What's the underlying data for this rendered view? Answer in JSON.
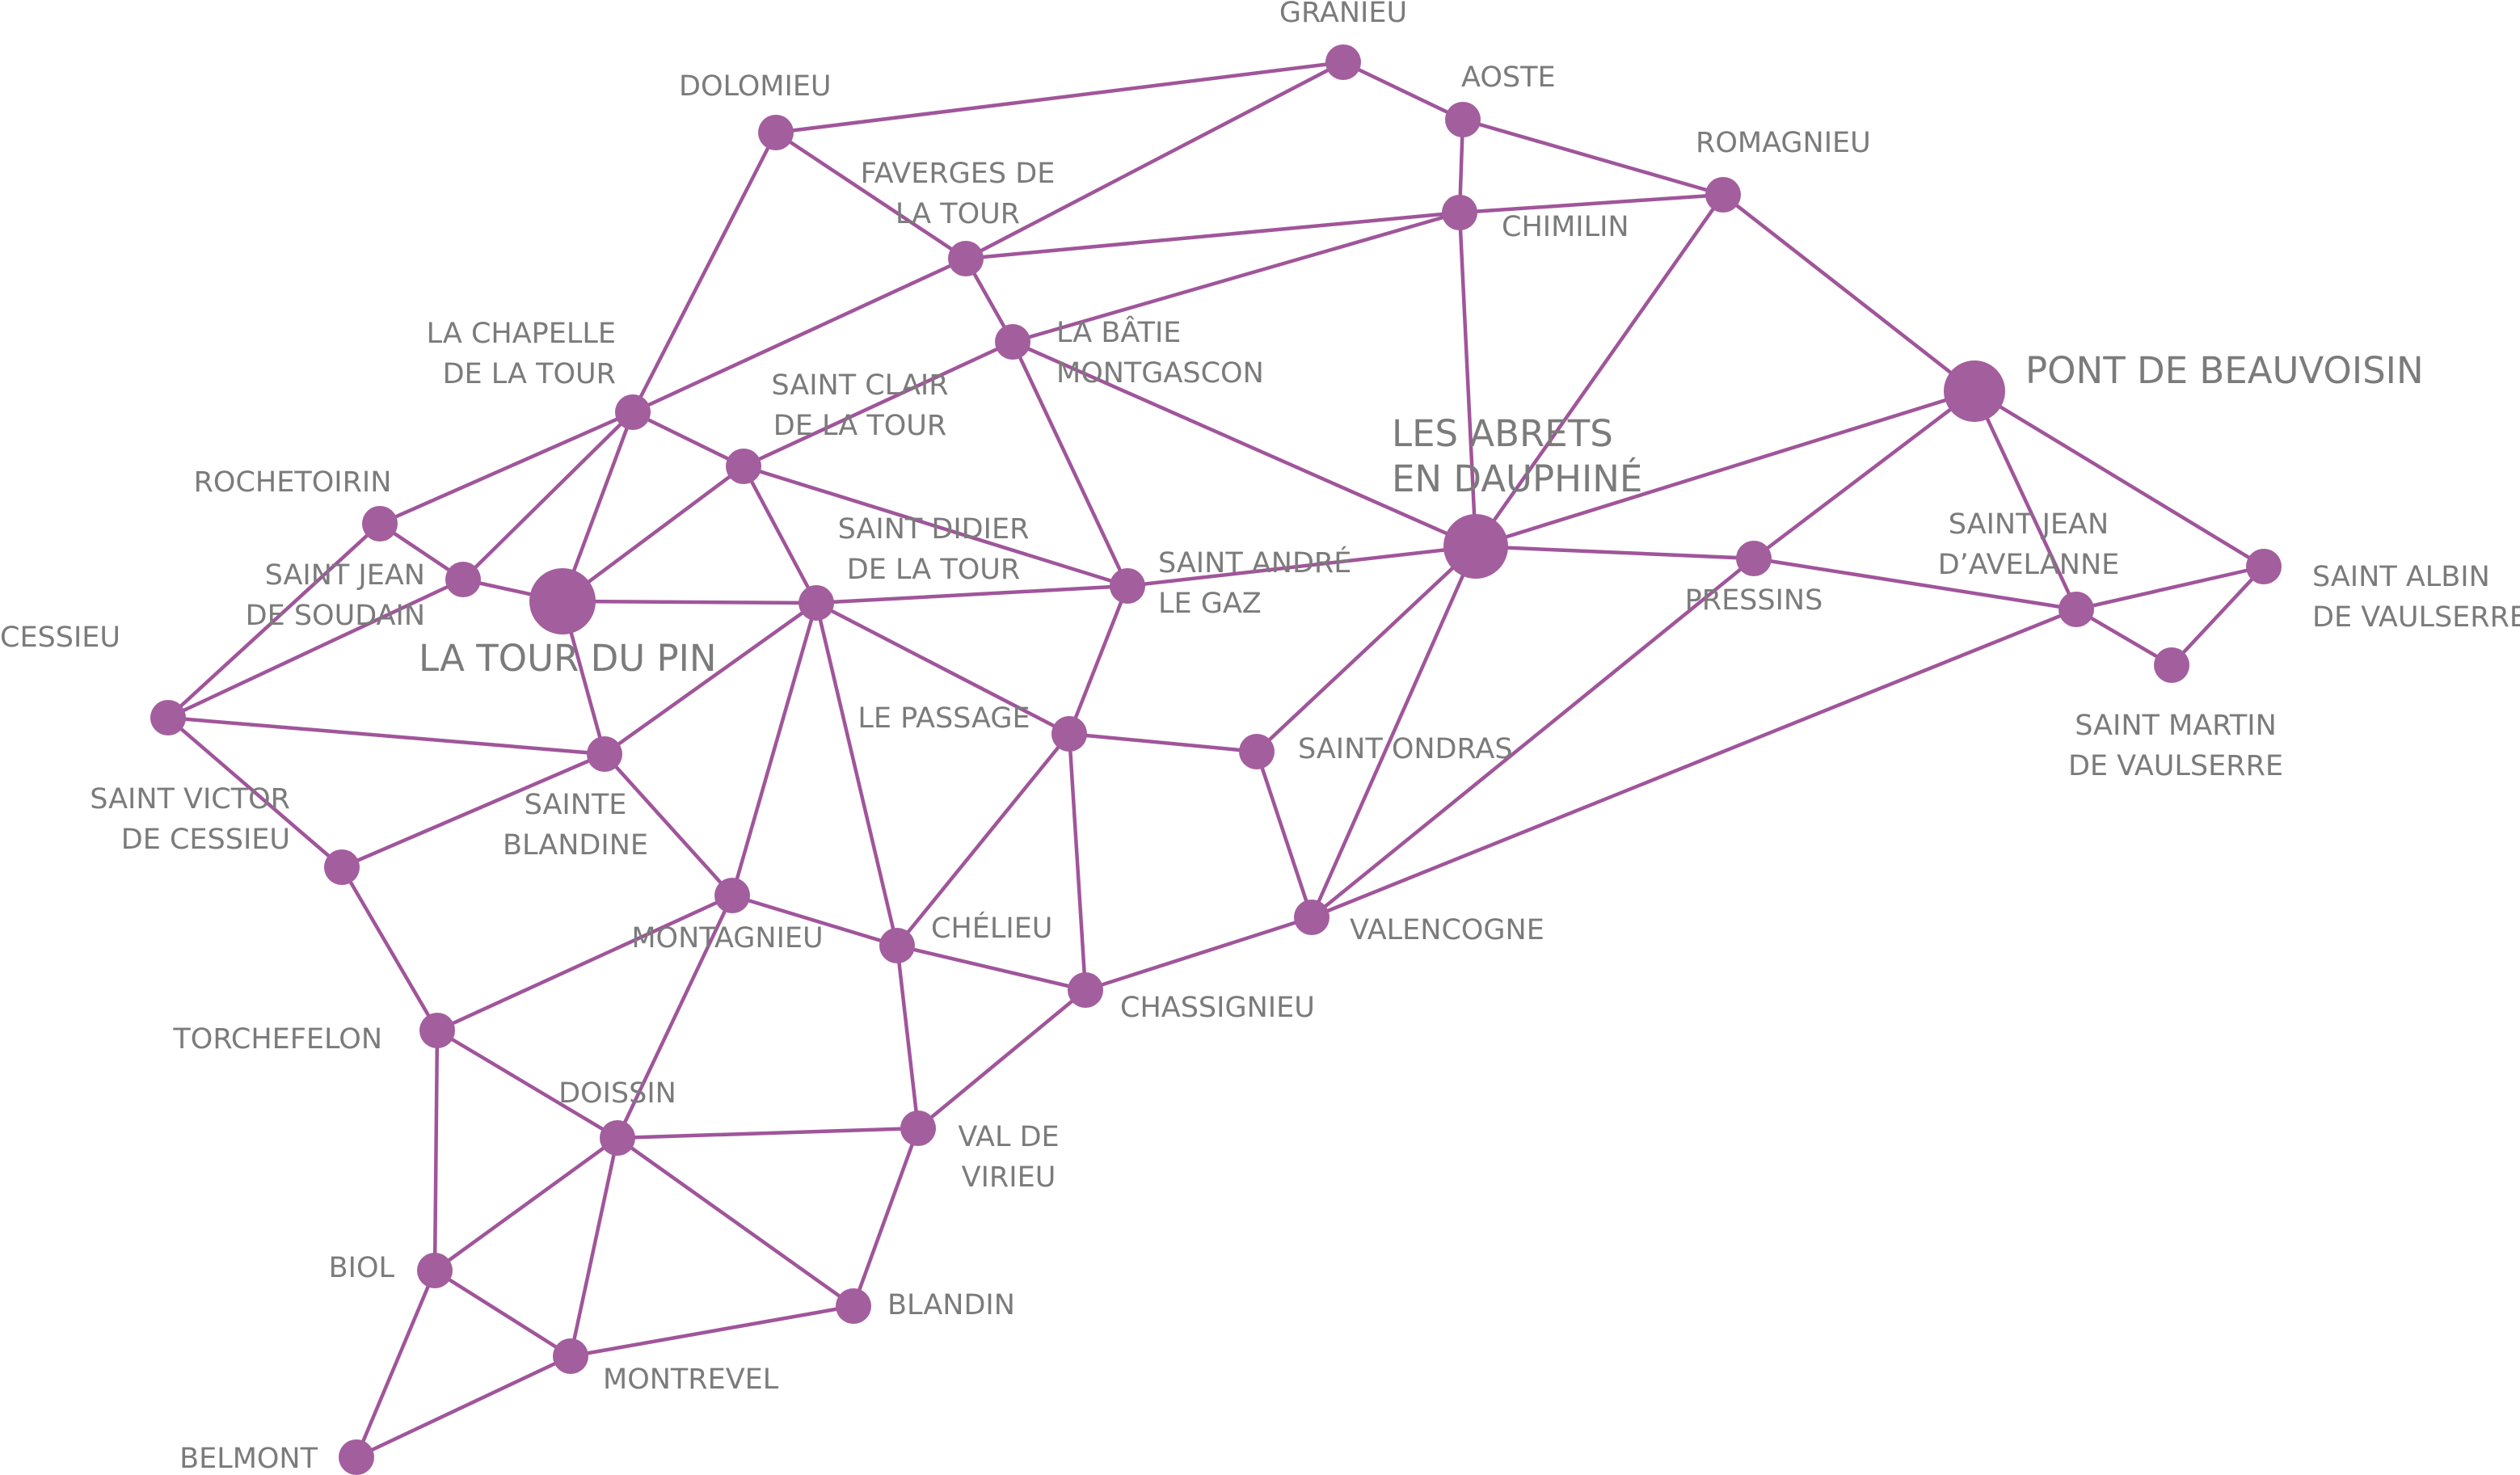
{
  "diagram": {
    "colors": {
      "edge": "#a0559a",
      "node": "#a35e9e",
      "label": "#7b7b7b",
      "background": "#ffffff"
    },
    "nodes": [
      {
        "id": "granieu",
        "lines": [
          "GRANIEU"
        ],
        "size": "small"
      },
      {
        "id": "aoste",
        "lines": [
          "AOSTE"
        ],
        "size": "small"
      },
      {
        "id": "dolomieu",
        "lines": [
          "DOLOMIEU"
        ],
        "size": "small"
      },
      {
        "id": "romagnieu",
        "lines": [
          "ROMAGNIEU"
        ],
        "size": "small"
      },
      {
        "id": "faverges-de-la-tour",
        "lines": [
          "FAVERGES DE",
          "LA TOUR"
        ],
        "size": "small"
      },
      {
        "id": "chimilin",
        "lines": [
          "CHIMILIN"
        ],
        "size": "small"
      },
      {
        "id": "la-batie-montgascon",
        "lines": [
          "LA BÂTIE",
          "MONTGASCON"
        ],
        "size": "small"
      },
      {
        "id": "la-chapelle-de-la-tour",
        "lines": [
          "LA CHAPELLE",
          "DE LA TOUR"
        ],
        "size": "small"
      },
      {
        "id": "saint-clair-de-la-tour",
        "lines": [
          "SAINT CLAIR",
          "DE LA TOUR"
        ],
        "size": "small"
      },
      {
        "id": "pont-de-beauvoisin",
        "lines": [
          "PONT DE BEAUVOISIN"
        ],
        "size": "large"
      },
      {
        "id": "les-abrets-en-dauphine",
        "lines": [
          "LES ABRETS",
          "EN DAUPHINÉ"
        ],
        "size": "large"
      },
      {
        "id": "rochetoirin",
        "lines": [
          "ROCHETOIRIN"
        ],
        "size": "small"
      },
      {
        "id": "saint-didier-de-la-tour",
        "lines": [
          "SAINT DIDIER",
          "DE LA TOUR"
        ],
        "size": "small"
      },
      {
        "id": "saint-jean-de-soudain",
        "lines": [
          "SAINT JEAN",
          "DE SOUDAIN"
        ],
        "size": "small"
      },
      {
        "id": "la-tour-du-pin",
        "lines": [
          "LA TOUR DU PIN"
        ],
        "size": "large"
      },
      {
        "id": "saint-andre-le-gaz",
        "lines": [
          "SAINT ANDRÉ",
          "LE GAZ"
        ],
        "size": "small"
      },
      {
        "id": "saint-jean-davelanne",
        "lines": [
          "SAINT JEAN",
          "D’AVELANNE"
        ],
        "size": "small"
      },
      {
        "id": "pressins",
        "lines": [
          "PRESSINS"
        ],
        "size": "small"
      },
      {
        "id": "saint-albin-de-vaulserre",
        "lines": [
          "SAINT ALBIN",
          "DE VAULSERRE"
        ],
        "size": "small"
      },
      {
        "id": "cessieu",
        "lines": [
          "CESSIEU"
        ],
        "size": "small"
      },
      {
        "id": "saint-martin-de-vaulserre",
        "lines": [
          "SAINT MARTIN",
          "DE VAULSERRE"
        ],
        "size": "small"
      },
      {
        "id": "le-passage",
        "lines": [
          "LE PASSAGE"
        ],
        "size": "small"
      },
      {
        "id": "saint-ondras",
        "lines": [
          "SAINT ONDRAS"
        ],
        "size": "small"
      },
      {
        "id": "sainte-blandine",
        "lines": [
          "SAINTE",
          "BLANDINE"
        ],
        "size": "small"
      },
      {
        "id": "saint-victor-de-cessieu",
        "lines": [
          "SAINT VICTOR",
          "DE CESSIEU"
        ],
        "size": "small"
      },
      {
        "id": "montagnieu",
        "lines": [
          "MONTAGNIEU"
        ],
        "size": "small"
      },
      {
        "id": "chelieu",
        "lines": [
          "CHÉLIEU"
        ],
        "size": "small"
      },
      {
        "id": "valencogne",
        "lines": [
          "VALENCOGNE"
        ],
        "size": "small"
      },
      {
        "id": "chassignieu",
        "lines": [
          "CHASSIGNIEU"
        ],
        "size": "small"
      },
      {
        "id": "torchefelon",
        "lines": [
          "TORCHEFELON"
        ],
        "size": "small"
      },
      {
        "id": "doissin",
        "lines": [
          "DOISSIN"
        ],
        "size": "small"
      },
      {
        "id": "val-de-virieu",
        "lines": [
          "VAL  DE",
          "VIRIEU"
        ],
        "size": "small"
      },
      {
        "id": "biol",
        "lines": [
          "BIOL"
        ],
        "size": "small"
      },
      {
        "id": "blandin",
        "lines": [
          "BLANDIN"
        ],
        "size": "small"
      },
      {
        "id": "montrevel",
        "lines": [
          "MONTREVEL"
        ],
        "size": "small"
      },
      {
        "id": "belmont",
        "lines": [
          "BELMONT"
        ],
        "size": "small"
      }
    ],
    "edges": [
      [
        "dolomieu",
        "granieu"
      ],
      [
        "granieu",
        "aoste"
      ],
      [
        "granieu",
        "faverges-de-la-tour"
      ],
      [
        "aoste",
        "chimilin"
      ],
      [
        "aoste",
        "romagnieu"
      ],
      [
        "dolomieu",
        "faverges-de-la-tour"
      ],
      [
        "dolomieu",
        "la-chapelle-de-la-tour"
      ],
      [
        "faverges-de-la-tour",
        "chimilin"
      ],
      [
        "faverges-de-la-tour",
        "la-batie-montgascon"
      ],
      [
        "faverges-de-la-tour",
        "la-chapelle-de-la-tour"
      ],
      [
        "chimilin",
        "romagnieu"
      ],
      [
        "chimilin",
        "la-batie-montgascon"
      ],
      [
        "chimilin",
        "les-abrets-en-dauphine"
      ],
      [
        "romagnieu",
        "pont-de-beauvoisin"
      ],
      [
        "romagnieu",
        "les-abrets-en-dauphine"
      ],
      [
        "la-batie-montgascon",
        "saint-clair-de-la-tour"
      ],
      [
        "la-batie-montgascon",
        "les-abrets-en-dauphine"
      ],
      [
        "la-batie-montgascon",
        "saint-andre-le-gaz"
      ],
      [
        "la-chapelle-de-la-tour",
        "rochetoirin"
      ],
      [
        "la-chapelle-de-la-tour",
        "saint-jean-de-soudain"
      ],
      [
        "la-chapelle-de-la-tour",
        "la-tour-du-pin"
      ],
      [
        "la-chapelle-de-la-tour",
        "saint-clair-de-la-tour"
      ],
      [
        "saint-clair-de-la-tour",
        "la-tour-du-pin"
      ],
      [
        "saint-clair-de-la-tour",
        "saint-didier-de-la-tour"
      ],
      [
        "saint-clair-de-la-tour",
        "saint-andre-le-gaz"
      ],
      [
        "rochetoirin",
        "saint-jean-de-soudain"
      ],
      [
        "rochetoirin",
        "cessieu"
      ],
      [
        "saint-jean-de-soudain",
        "la-tour-du-pin"
      ],
      [
        "saint-jean-de-soudain",
        "cessieu"
      ],
      [
        "la-tour-du-pin",
        "saint-didier-de-la-tour"
      ],
      [
        "la-tour-du-pin",
        "sainte-blandine"
      ],
      [
        "saint-didier-de-la-tour",
        "saint-andre-le-gaz"
      ],
      [
        "saint-didier-de-la-tour",
        "le-passage"
      ],
      [
        "saint-didier-de-la-tour",
        "sainte-blandine"
      ],
      [
        "saint-didier-de-la-tour",
        "montagnieu"
      ],
      [
        "saint-didier-de-la-tour",
        "chelieu"
      ],
      [
        "saint-andre-le-gaz",
        "les-abrets-en-dauphine"
      ],
      [
        "saint-andre-le-gaz",
        "le-passage"
      ],
      [
        "pont-de-beauvoisin",
        "les-abrets-en-dauphine"
      ],
      [
        "pont-de-beauvoisin",
        "pressins"
      ],
      [
        "pont-de-beauvoisin",
        "saint-jean-davelanne"
      ],
      [
        "pont-de-beauvoisin",
        "saint-albin-de-vaulserre"
      ],
      [
        "les-abrets-en-dauphine",
        "pressins"
      ],
      [
        "les-abrets-en-dauphine",
        "saint-ondras"
      ],
      [
        "les-abrets-en-dauphine",
        "valencogne"
      ],
      [
        "pressins",
        "saint-jean-davelanne"
      ],
      [
        "pressins",
        "valencogne"
      ],
      [
        "saint-jean-davelanne",
        "saint-albin-de-vaulserre"
      ],
      [
        "saint-jean-davelanne",
        "saint-martin-de-vaulserre"
      ],
      [
        "saint-jean-davelanne",
        "valencogne"
      ],
      [
        "saint-albin-de-vaulserre",
        "saint-martin-de-vaulserre"
      ],
      [
        "cessieu",
        "sainte-blandine"
      ],
      [
        "cessieu",
        "saint-victor-de-cessieu"
      ],
      [
        "le-passage",
        "saint-ondras"
      ],
      [
        "le-passage",
        "chelieu"
      ],
      [
        "le-passage",
        "chassignieu"
      ],
      [
        "saint-ondras",
        "valencogne"
      ],
      [
        "sainte-blandine",
        "saint-victor-de-cessieu"
      ],
      [
        "sainte-blandine",
        "montagnieu"
      ],
      [
        "saint-victor-de-cessieu",
        "torchefelon"
      ],
      [
        "montagnieu",
        "chelieu"
      ],
      [
        "montagnieu",
        "torchefelon"
      ],
      [
        "montagnieu",
        "doissin"
      ],
      [
        "chelieu",
        "chassignieu"
      ],
      [
        "chelieu",
        "val-de-virieu"
      ],
      [
        "chassignieu",
        "valencogne"
      ],
      [
        "chassignieu",
        "val-de-virieu"
      ],
      [
        "torchefelon",
        "doissin"
      ],
      [
        "torchefelon",
        "biol"
      ],
      [
        "doissin",
        "val-de-virieu"
      ],
      [
        "doissin",
        "biol"
      ],
      [
        "doissin",
        "montrevel"
      ],
      [
        "doissin",
        "blandin"
      ],
      [
        "val-de-virieu",
        "blandin"
      ],
      [
        "biol",
        "montrevel"
      ],
      [
        "biol",
        "belmont"
      ],
      [
        "blandin",
        "montrevel"
      ],
      [
        "montrevel",
        "belmont"
      ]
    ]
  }
}
